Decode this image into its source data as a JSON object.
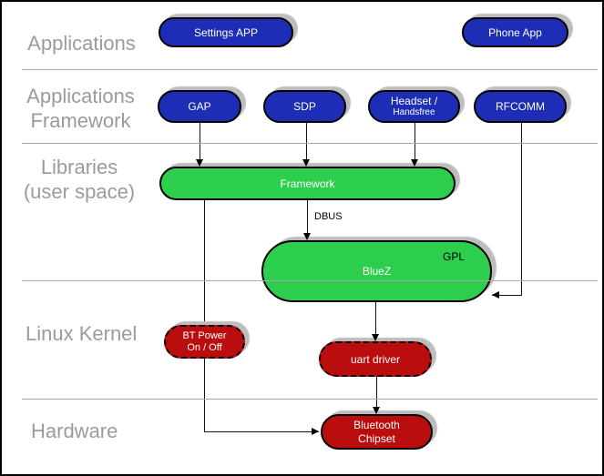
{
  "layers": {
    "applications": "Applications",
    "app_framework_line1": "Applications",
    "app_framework_line2": "Framework",
    "libraries_line1": "Libraries",
    "libraries_line2": "(user space)",
    "linux_kernel": "Linux Kernel",
    "hardware": "Hardware"
  },
  "nodes": {
    "settings_app": {
      "label": "Settings APP"
    },
    "phone_app": {
      "label": "Phone App"
    },
    "gap": {
      "label": "GAP"
    },
    "sdp": {
      "label": "SDP"
    },
    "headset": {
      "line1": "Headset /",
      "line2": "Handsfree"
    },
    "rfcomm": {
      "label": "RFCOMM"
    },
    "framework": {
      "label": "Framework"
    },
    "bluez": {
      "label": "BlueZ",
      "badge": "GPL"
    },
    "bt_power": {
      "line1": "BT Power",
      "line2": "On / Off"
    },
    "uart_driver": {
      "label": "uart driver"
    },
    "bt_chipset": {
      "line1": "Bluetooth",
      "line2": "Chipset"
    }
  },
  "edges": {
    "dbus_label": "DBUS"
  },
  "colors": {
    "app_blue": "#1d2db5",
    "lib_green": "#2dce4d",
    "kernel_red": "#b90d0e",
    "label_gray": "#9b9b9b",
    "shadow_gray": "#bdbdbd"
  }
}
